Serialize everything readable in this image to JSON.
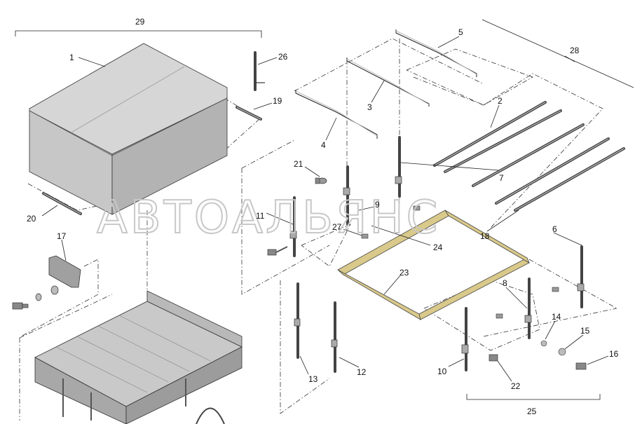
{
  "watermark": "АВТОАЛЬЯНС",
  "callouts": {
    "c1": "1",
    "c2": "2",
    "c3": "3",
    "c4": "4",
    "c5": "5",
    "c6": "6",
    "c7": "7",
    "c8": "8",
    "c9": "9",
    "c10": "10",
    "c11": "11",
    "c12": "12",
    "c13": "13",
    "c14": "14",
    "c15": "15",
    "c16": "16",
    "c17": "17",
    "c18": "18",
    "c19": "19",
    "c20": "20",
    "c21": "21",
    "c22": "22",
    "c23": "23",
    "c24": "24",
    "c25": "25",
    "c26": "26",
    "c27": "27",
    "c28": "28",
    "c29": "29"
  }
}
